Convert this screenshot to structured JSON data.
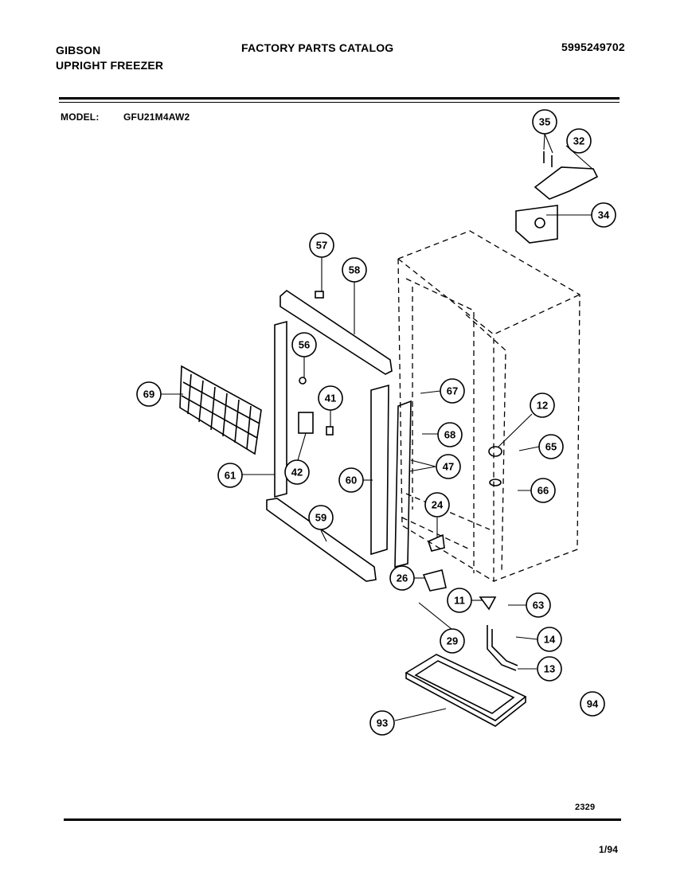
{
  "header": {
    "brand": "GIBSON",
    "product": "UPRIGHT FREEZER",
    "catalog_title": "FACTORY PARTS CATALOG",
    "catalog_number": "5995249702"
  },
  "model": {
    "label": "MODEL:",
    "value": "GFU21M4AW2"
  },
  "footer": {
    "diagram_code": "2329",
    "date": "1/94"
  },
  "callouts": [
    "35",
    "32",
    "34",
    "57",
    "58",
    "56",
    "69",
    "41",
    "67",
    "12",
    "68",
    "65",
    "42",
    "61",
    "60",
    "47",
    "66",
    "24",
    "59",
    "26",
    "11",
    "63",
    "29",
    "14",
    "13",
    "94",
    "93"
  ]
}
